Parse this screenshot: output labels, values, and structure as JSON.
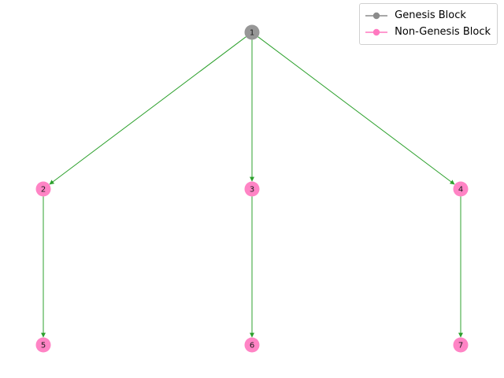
{
  "diagram": {
    "type": "tree",
    "nodes": [
      {
        "id": "1",
        "label": "1",
        "kind": "genesis"
      },
      {
        "id": "2",
        "label": "2",
        "kind": "non_genesis"
      },
      {
        "id": "3",
        "label": "3",
        "kind": "non_genesis"
      },
      {
        "id": "4",
        "label": "4",
        "kind": "non_genesis"
      },
      {
        "id": "5",
        "label": "5",
        "kind": "non_genesis"
      },
      {
        "id": "6",
        "label": "6",
        "kind": "non_genesis"
      },
      {
        "id": "7",
        "label": "7",
        "kind": "non_genesis"
      }
    ],
    "edges": [
      {
        "from": "1",
        "to": "2"
      },
      {
        "from": "1",
        "to": "3"
      },
      {
        "from": "1",
        "to": "4"
      },
      {
        "from": "2",
        "to": "5"
      },
      {
        "from": "3",
        "to": "6"
      },
      {
        "from": "4",
        "to": "7"
      }
    ],
    "colors": {
      "genesis": "#8c8c8c",
      "non_genesis": "#ff79c0",
      "edge": "#2ca02c"
    }
  },
  "legend": {
    "items": [
      {
        "label": "Genesis Block",
        "kind": "genesis"
      },
      {
        "label": "Non-Genesis Block",
        "kind": "non_genesis"
      }
    ]
  }
}
